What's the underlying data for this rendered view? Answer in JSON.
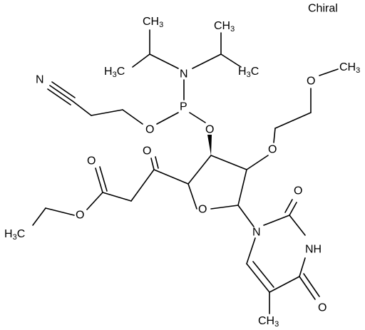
{
  "stereo_note": "Chiral",
  "atoms": {
    "p": "P",
    "n": "N",
    "o_phosphite_1": "O",
    "o_phosphite_2": "O",
    "o_methoxy": "O",
    "o_ether": "O",
    "o_ketone": "O",
    "o_ring": "O",
    "o_ester_carbonyl": "O",
    "o_ester": "O",
    "n_nitrile": "N",
    "n_pyrimidine_1": "N",
    "nh_pyrimidine": "NH",
    "o_pyrimidine_2": "O",
    "o_pyrimidine_4": "O"
  },
  "groups": {
    "ch3_methoxy": {
      "base": "CH",
      "sub": "3"
    },
    "ch3_isopropyl_1": {
      "base": "CH",
      "sub": "3"
    },
    "ch3_isopropyl_2": {
      "base": "CH",
      "sub": "3"
    },
    "h3c_isopropyl_1": {
      "base": "H",
      "sub": "3",
      "tail": "C"
    },
    "h3c_isopropyl_2": {
      "base": "H",
      "sub": "3",
      "tail": "C"
    },
    "h3c_ethyl": {
      "base": "H",
      "sub": "3",
      "tail": "C"
    },
    "ch3_thymine": {
      "base": "CH",
      "sub": "3"
    }
  },
  "colors": {
    "ink": "#000000",
    "background": "#ffffff"
  }
}
